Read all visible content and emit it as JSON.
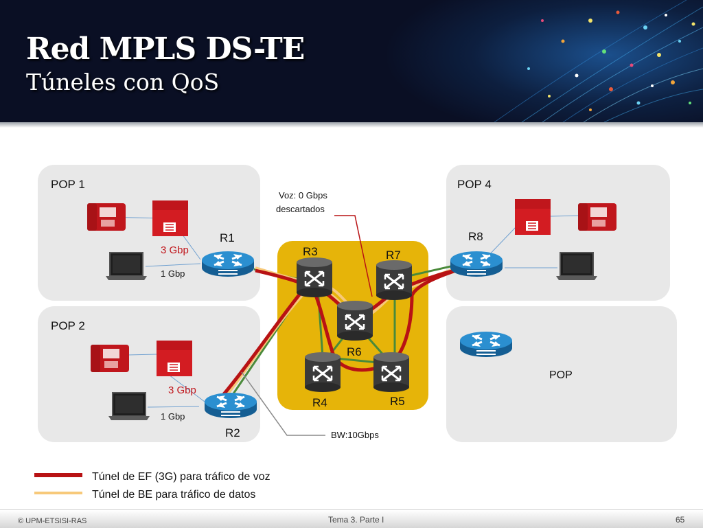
{
  "slide": {
    "title": "Red MPLS DS-TE",
    "subtitle": "Túneles con QoS"
  },
  "diagram": {
    "pops": {
      "pop1": "POP 1",
      "pop2": "POP 2",
      "pop4": "POP 4",
      "pop": "POP"
    },
    "routers": {
      "r1": "R1",
      "r2": "R2",
      "r3": "R3",
      "r4": "R4",
      "r5": "R5",
      "r6": "R6",
      "r7": "R7",
      "r8": "R8"
    },
    "annotations": {
      "voz_line1": "Voz: 0 Gbps",
      "voz_line2": "descartados",
      "pop1_rate_voice": "3 Gbp",
      "pop1_rate_data": "1 Gbp",
      "pop2_rate_voice": "3 Gbp",
      "pop2_rate_data": "1 Gbp",
      "bandwidth": "BW:10Gbps"
    },
    "legend": {
      "ef_tunnel": "Túnel de EF (3G) para tráfico de voz",
      "be_tunnel": "Túnel de BE para tráfico de datos"
    },
    "colors": {
      "ef_tunnel": "#b81214",
      "be_tunnel": "#f7c97a",
      "link": "#4a8a3a",
      "core_area": "#e6b409",
      "pop_box": "#e8e8e8",
      "router": "#1f7fc0",
      "red_text": "#c0161c"
    },
    "icons": [
      "phone-icon",
      "pbx-icon",
      "laptop-icon",
      "router-icon",
      "core-router-icon"
    ]
  },
  "footer": {
    "copyright": "© UPM-ETSISI-RAS",
    "topic": "Tema 3. Parte I",
    "page": "65"
  }
}
